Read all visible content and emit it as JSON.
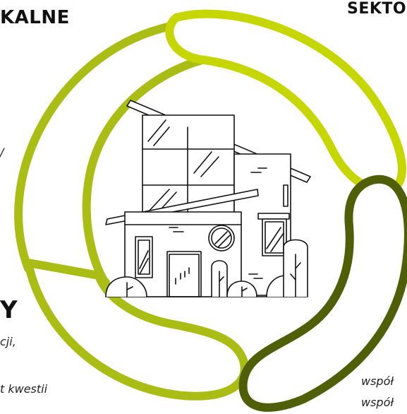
{
  "headings": {
    "top_left": "KALNE",
    "top_right": "SEKTO",
    "middle_left": "Y"
  },
  "fragments": {
    "left_upper": "/",
    "left_mid": "cji,",
    "left_lower": "t kwestii",
    "right_1": "współ",
    "right_2": "współ"
  },
  "colors": {
    "ring_bright": "#c6d600",
    "ring_mid": "#a9bd14",
    "ring_dark": "#4f5f08",
    "line_art": "#111111"
  }
}
